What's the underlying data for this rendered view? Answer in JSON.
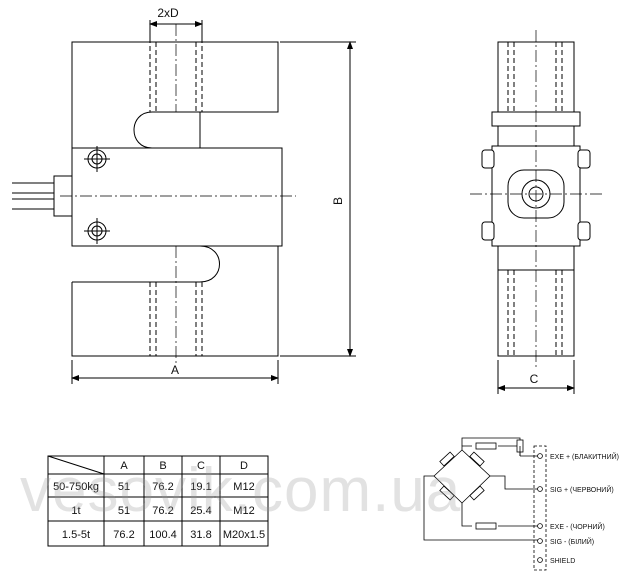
{
  "labels": {
    "dim_2xd": "2xD",
    "dim_a": "A",
    "dim_b": "B",
    "dim_c": "C"
  },
  "table": {
    "headers": [
      "",
      "A",
      "B",
      "C",
      "D"
    ],
    "rows": [
      [
        "50-750kg",
        "51",
        "76.2",
        "19.1",
        "M12"
      ],
      [
        "1t",
        "51",
        "76.2",
        "25.4",
        "M12"
      ],
      [
        "1.5-5t",
        "76.2",
        "100.4",
        "31.8",
        "M20x1.5"
      ]
    ]
  },
  "wiring": {
    "terminals": [
      "EXE + (БЛАКИТНИЙ)",
      "SIG + (ЧЕРВОНИЙ)",
      "EXE - (ЧОРНИЙ)",
      "SIG - (БІЛИЙ)",
      "SHIELD"
    ]
  },
  "watermark": "vesovik.com.ua"
}
